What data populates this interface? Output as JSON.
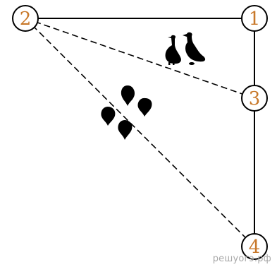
{
  "nodes": [
    {
      "id": "1",
      "label": "1"
    },
    {
      "id": "2",
      "label": "2"
    },
    {
      "id": "3",
      "label": "3"
    },
    {
      "id": "4",
      "label": "4"
    }
  ],
  "edges": [
    {
      "from": "2",
      "to": "1",
      "style": "solid"
    },
    {
      "from": "1",
      "to": "3",
      "style": "solid"
    },
    {
      "from": "3",
      "to": "4",
      "style": "solid"
    },
    {
      "from": "2",
      "to": "3",
      "style": "dashed"
    },
    {
      "from": "2",
      "to": "4",
      "style": "dashed"
    }
  ],
  "icons": {
    "birds": "geese-icon",
    "leaves": "leaves-icon"
  },
  "colors": {
    "label": "#c8782a",
    "line": "#000000",
    "watermark": "#a9a9a9"
  },
  "watermark": "решуогэ.рф"
}
